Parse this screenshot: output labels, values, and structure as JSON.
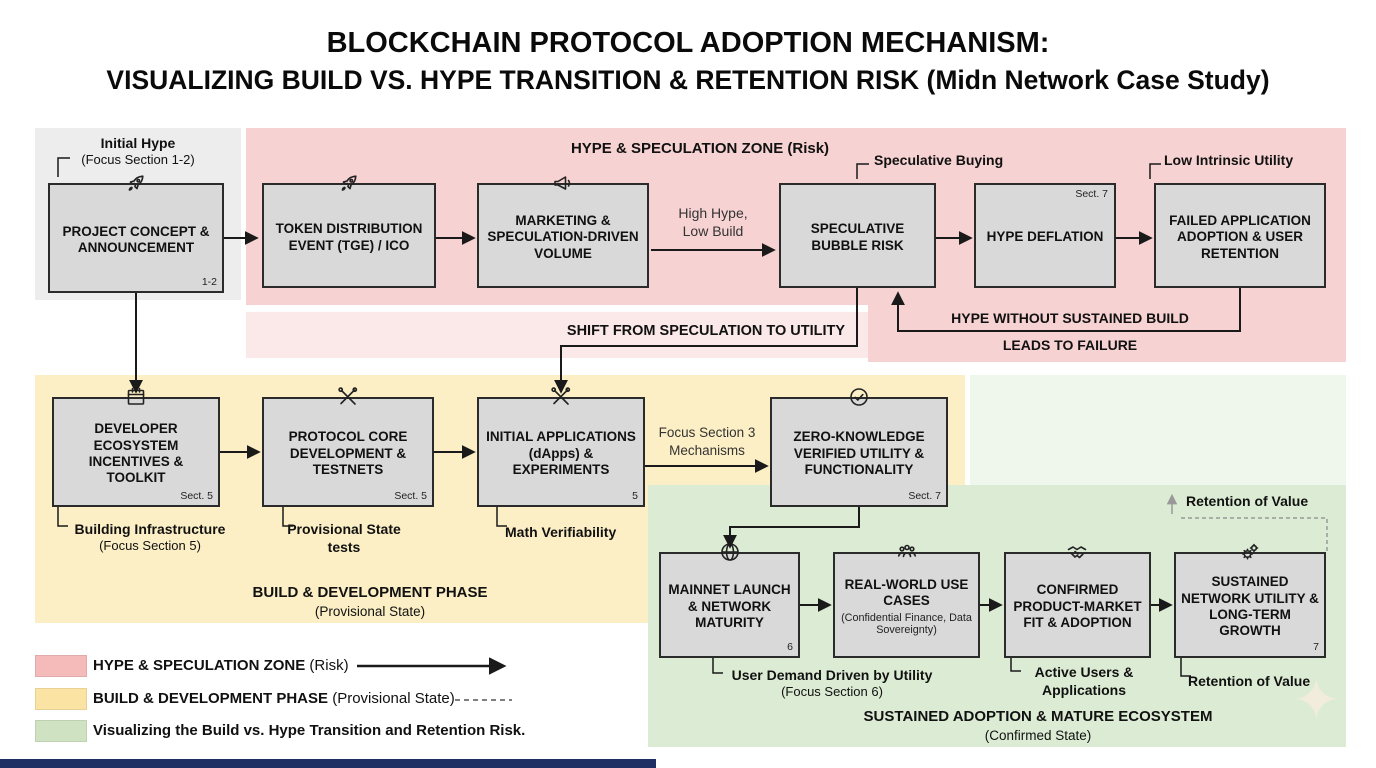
{
  "title": {
    "line1": "BLOCKCHAIN PROTOCOL ADOPTION MECHANISM:",
    "line2": "VISUALIZING BUILD VS. HYPE TRANSITION & RETENTION RISK (Midn Network Case Study)"
  },
  "colors": {
    "hype_zone": "#f7d2d2",
    "hype_zone_light": "#fbe8e8",
    "build_zone": "#fcefc5",
    "sustained_zone": "#dcebd3",
    "sustained_zone_light": "#eff6ec",
    "concept_zone": "#ededed",
    "box_fill": "#d9d9d9",
    "box_border": "#2b2b2b",
    "bottom_bar": "#1f2f63"
  },
  "zones": {
    "hype": {
      "title": "HYPE & SPECULATION ZONE (Risk)"
    },
    "build": {
      "title": "BUILD & DEVELOPMENT PHASE",
      "subtitle": "(Provisional State)"
    },
    "sustained": {
      "title": "SUSTAINED ADOPTION & MATURE ECOSYSTEM",
      "subtitle": "(Confirmed State)"
    }
  },
  "boxes": {
    "project_concept": {
      "label": "PROJECT CONCEPT & ANNOUNCEMENT",
      "corner": "1-2",
      "icon": "rocket-icon"
    },
    "token_distribution": {
      "label": "TOKEN DISTRIBUTION EVENT (TGE) / ICO",
      "icon": "rocket-icon"
    },
    "marketing": {
      "label": "MARKETING & SPECULATION-DRIVEN VOLUME",
      "icon": "megaphone-icon"
    },
    "speculative_bubble": {
      "label": "SPECULATIVE BUBBLE RISK"
    },
    "hype_deflation": {
      "label": "HYPE DEFLATION",
      "corner": "Sect. 7"
    },
    "failed_application": {
      "label": "FAILED APPLICATION ADOPTION & USER RETENTION"
    },
    "developer_ecosystem": {
      "label": "DEVELOPER ECOSYSTEM INCENTIVES & TOOLKIT",
      "corner": "Sect. 5",
      "icon": "calendar-icon"
    },
    "protocol_core": {
      "label": "PROTOCOL CORE DEVELOPMENT & TESTNETS",
      "corner": "Sect. 5",
      "icon": "tools-icon"
    },
    "initial_applications": {
      "label": "INITIAL APPLICATIONS (dApps) & EXPERIMENTS",
      "corner": "5",
      "icon": "tools-icon"
    },
    "zero_knowledge": {
      "label": "ZERO-KNOWLEDGE VERIFIED UTILITY & FUNCTIONALITY",
      "corner": "Sect. 7",
      "icon": "check-circle-icon"
    },
    "mainnet": {
      "label": "MAINNET LAUNCH & NETWORK MATURITY",
      "corner": "6",
      "icon": "globe-icon"
    },
    "real_world": {
      "label": "REAL-WORLD USE CASES",
      "sublabel": "(Confidential Finance, Data Sovereignty)",
      "icon": "people-icon"
    },
    "confirmed_pmf": {
      "label": "CONFIRMED PRODUCT-MARKET FIT & ADOPTION",
      "icon": "handshake-icon"
    },
    "sustained_growth": {
      "label": "SUSTAINED NETWORK UTILITY & LONG-TERM GROWTH",
      "corner": "7",
      "icon": "gears-icon"
    }
  },
  "annotations": {
    "initial_hype": {
      "line1": "Initial Hype",
      "line2": "(Focus Section 1-2)"
    },
    "speculative_buying": "Speculative Buying",
    "low_intrinsic_utility": "Low Intrinsic Utility",
    "high_hype": {
      "line1": "High Hype,",
      "line2": "Low Build"
    },
    "shift_to_utility": "SHIFT FROM SPECULATION TO UTILITY",
    "hype_failure": {
      "line1": "HYPE WITHOUT SUSTAINED BUILD",
      "line2": "LEADS TO FAILURE"
    },
    "focus_section_3": {
      "line1": "Focus Section 3",
      "line2": "Mechanisms"
    },
    "building_infrastructure": {
      "line1": "Building Infrastructure",
      "line2": "(Focus Section 5)"
    },
    "provisional_tests": {
      "line1": "Provisional State",
      "line2": "tests"
    },
    "math_verifiability": "Math Verifiability",
    "user_demand": {
      "line1": "User Demand Driven by Utility",
      "line2": "(Focus Section 6)"
    },
    "active_users": {
      "line1": "Active Users &",
      "line2": "Applications"
    },
    "retention_below": "Retention of Value",
    "retention_top": "Retention of Value"
  },
  "legend": {
    "items": [
      {
        "swatch": "#f5baba",
        "bold": "HYPE & SPECULATION ZONE",
        "normal": "(Risk)"
      },
      {
        "swatch": "#fbe3a3",
        "bold": "BUILD & DEVELOPMENT PHASE",
        "normal": "(Provisional State)"
      },
      {
        "swatch": "#cfe3c3",
        "bold": "Visualizing the Build vs. Hype Transition and Retention Risk.",
        "normal": ""
      }
    ]
  }
}
